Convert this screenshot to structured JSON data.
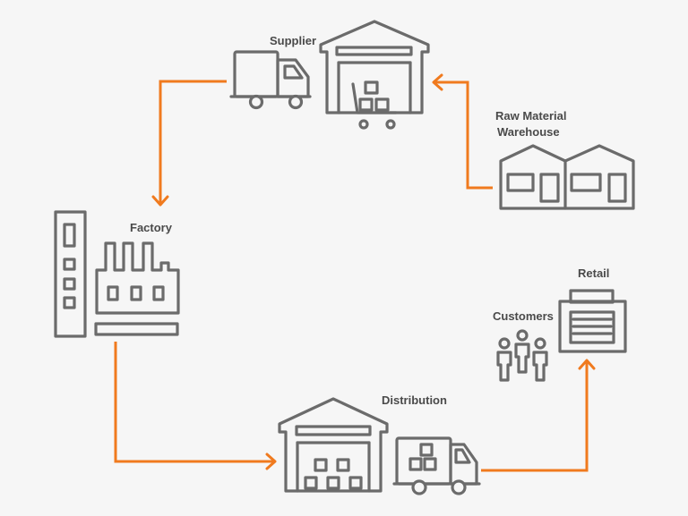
{
  "labels": {
    "supplier": "Supplier",
    "raw_material_line1": "Raw Material",
    "raw_material_line2": "Warehouse",
    "factory": "Factory",
    "retail": "Retail",
    "customers": "Customers",
    "distribution": "Distribution"
  },
  "colors": {
    "background": "#f6f6f6",
    "icon_stroke": "#6b6b6b",
    "arrow": "#f07a1e",
    "label_text": "#4a4a4a"
  },
  "icons": [
    "supplier-truck-icon",
    "supplier-warehouse-icon",
    "raw-material-warehouse-icon",
    "factory-icon",
    "retail-store-icon",
    "customers-icon",
    "distribution-warehouse-icon",
    "distribution-truck-icon"
  ]
}
